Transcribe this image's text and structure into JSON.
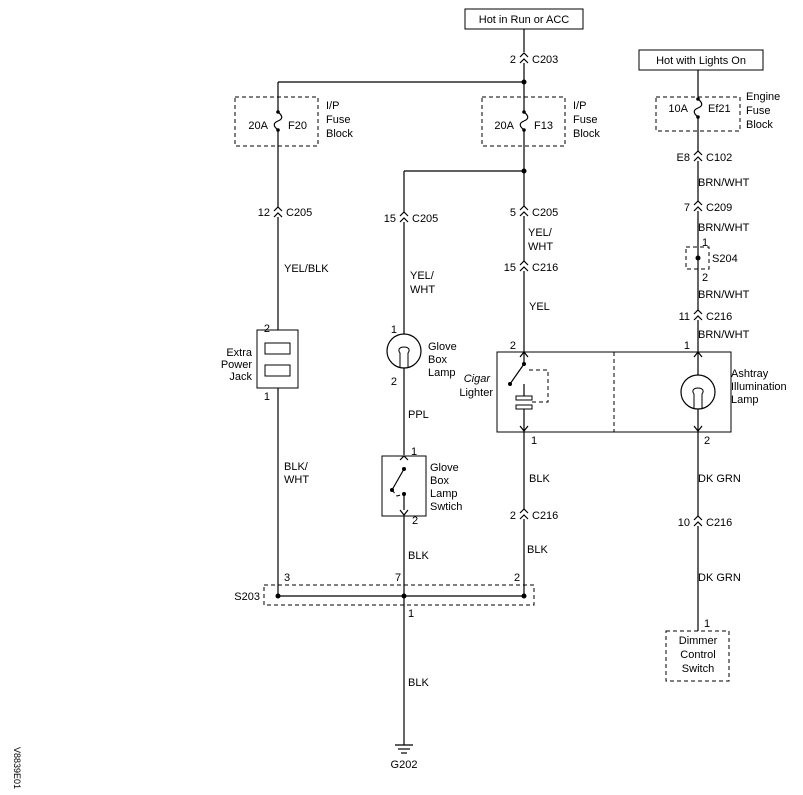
{
  "sources": {
    "run_acc": "Hot in Run or ACC",
    "lights_on": "Hot with Lights On"
  },
  "fuse_blocks": {
    "f20": {
      "rating": "20A",
      "name": "F20",
      "block_l1": "I/P",
      "block_l2": "Fuse",
      "block_l3": "Block"
    },
    "f13": {
      "rating": "20A",
      "name": "F13",
      "block_l1": "I/P",
      "block_l2": "Fuse",
      "block_l3": "Block"
    },
    "ef21": {
      "rating": "10A",
      "name": "Ef21",
      "block_l1": "Engine",
      "block_l2": "Fuse",
      "block_l3": "Block"
    }
  },
  "connectors": {
    "c203": {
      "pin": "2",
      "name": "C203"
    },
    "c205_a": {
      "pin": "12",
      "name": "C205"
    },
    "c205_b": {
      "pin": "15",
      "name": "C205"
    },
    "c205_c": {
      "pin": "5",
      "name": "C205"
    },
    "c216_a": {
      "pin": "15",
      "name": "C216"
    },
    "c216_b": {
      "pin": "2",
      "name": "C216"
    },
    "c216_c": {
      "pin": "11",
      "name": "C216"
    },
    "c216_d": {
      "pin": "10",
      "name": "C216"
    },
    "c102": {
      "pin": "E8",
      "name": "C102"
    },
    "c209": {
      "pin": "7",
      "name": "C209"
    }
  },
  "wires": {
    "yel_blk": "YEL/BLK",
    "yel_wht_1a": "YEL/",
    "yel_wht_1b": "WHT",
    "yel_wht_2a": "YEL/",
    "yel_wht_2b": "WHT",
    "yel": "YEL",
    "ppl": "PPL",
    "blk_wht_a": "BLK/",
    "blk_wht_b": "WHT",
    "blk_1": "BLK",
    "blk_2": "BLK",
    "blk_3": "BLK",
    "blk_4": "BLK",
    "brn_wht_1": "BRN/WHT",
    "brn_wht_2": "BRN/WHT",
    "brn_wht_3": "BRN/WHT",
    "brn_wht_4": "BRN/WHT",
    "dk_grn_1": "DK GRN",
    "dk_grn_2": "DK GRN"
  },
  "components": {
    "power_jack": {
      "l1": "Extra",
      "l2": "Power",
      "l3": "Jack",
      "pin_top": "2",
      "pin_bottom": "1"
    },
    "glove_lamp": {
      "l1": "Glove",
      "l2": "Box",
      "l3": "Lamp",
      "pin_top": "1",
      "pin_bottom": "2"
    },
    "glove_switch": {
      "l1": "Glove",
      "l2": "Box",
      "l3": "Lamp",
      "l4": "Swtich",
      "pin_top": "1",
      "pin_bottom": "2"
    },
    "cigar": {
      "l1": "Cigar",
      "l2": "Lighter",
      "pin_top": "2",
      "pin_bottom": "1"
    },
    "ashtray": {
      "l1": "Ashtray",
      "l2": "Illumination",
      "l3": "Lamp",
      "pin_top": "1",
      "pin_bottom": "2"
    },
    "dimmer": {
      "l1": "Dimmer",
      "l2": "Control",
      "l3": "Switch",
      "pin": "1"
    }
  },
  "splices": {
    "s203": {
      "name": "S203",
      "pin_3": "3",
      "pin_7": "7",
      "pin_2": "2",
      "pin_1": "1"
    },
    "s204": {
      "name": "S204",
      "pin_1": "1",
      "pin_2": "2"
    }
  },
  "ground": {
    "name": "G202"
  },
  "doc_id": "V8839E01"
}
